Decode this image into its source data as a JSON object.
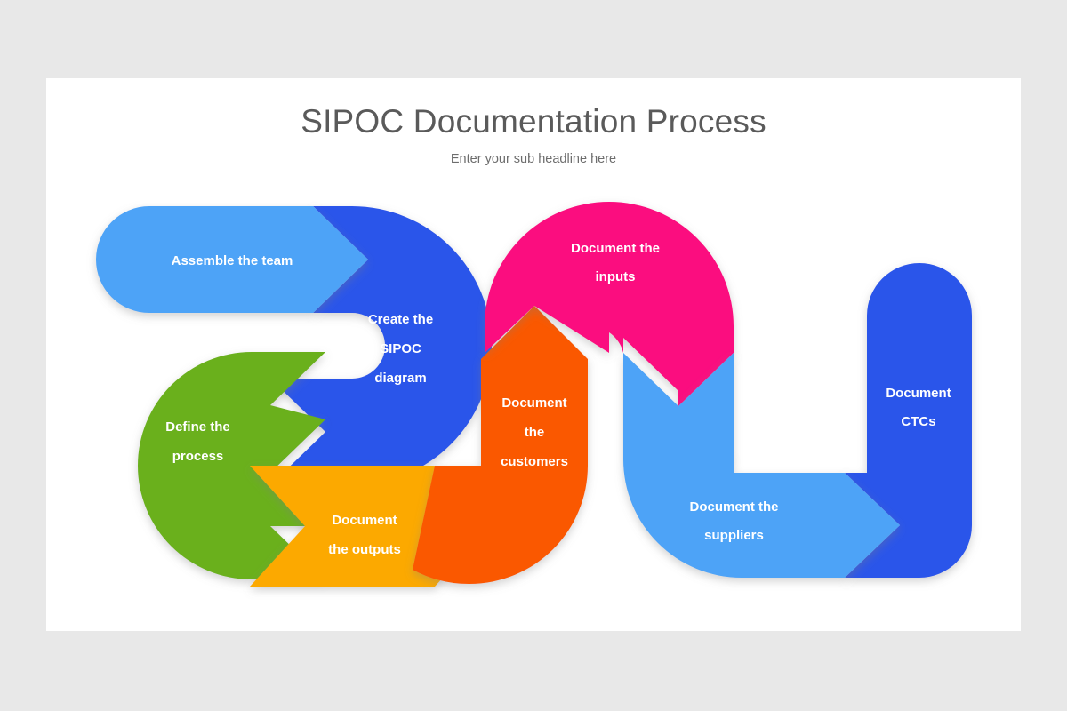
{
  "slide": {
    "title": "SIPOC Documentation Process",
    "subtitle": "Enter your sub headline here",
    "background_color": "#E8E8E8",
    "card_color": "#FFFFFF",
    "title_color": "#5A5A5A",
    "subtitle_color": "#6D6D6D"
  },
  "diagram": {
    "type": "snake-process-flow",
    "label_color": "#FFFFFF",
    "steps": [
      {
        "id": "assemble-the-team",
        "order": 1,
        "lines": [
          "Assemble the team"
        ],
        "color": "#4DA3F7",
        "shape": "right-arrow-rounded-left",
        "direction": "right"
      },
      {
        "id": "create-the-sipoc-diagram",
        "order": 2,
        "lines": [
          "Create the",
          "SIPOC",
          "diagram"
        ],
        "color": "#2B55EA",
        "shape": "u-turn-right",
        "direction": "down"
      },
      {
        "id": "define-the-process",
        "order": 3,
        "lines": [
          "Define the",
          "process"
        ],
        "color": "#6BB01C",
        "shape": "u-turn-left",
        "direction": "right"
      },
      {
        "id": "document-the-outputs",
        "order": 4,
        "lines": [
          "Document",
          "the outputs"
        ],
        "color": "#FCA900",
        "shape": "chevron-right",
        "direction": "right"
      },
      {
        "id": "document-the-customers",
        "order": 5,
        "lines": [
          "Document",
          "the",
          "customers"
        ],
        "color": "#FA5800",
        "shape": "u-turn-bottom-up-arrow",
        "direction": "up"
      },
      {
        "id": "document-the-inputs",
        "order": 6,
        "lines": [
          "Document the",
          "inputs"
        ],
        "color": "#FB0B7F",
        "shape": "arch-down-arrow",
        "direction": "down"
      },
      {
        "id": "document-the-suppliers",
        "order": 7,
        "lines": [
          "Document the",
          "suppliers"
        ],
        "color": "#4DA3F7",
        "shape": "j-turn-right-arrow",
        "direction": "right"
      },
      {
        "id": "document-ctcs",
        "order": 8,
        "lines": [
          "Document",
          "CTCs"
        ],
        "color": "#2B55EA",
        "shape": "pill-terminal",
        "direction": "end"
      }
    ]
  }
}
